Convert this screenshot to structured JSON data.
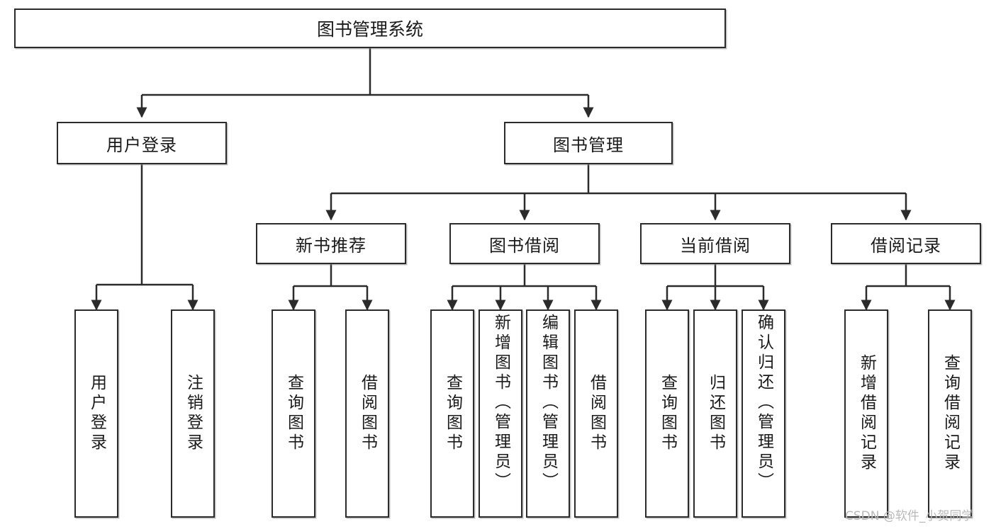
{
  "diagram": {
    "title": "图书管理系统",
    "type": "hierarchy-tree",
    "watermark": "CSDN @软件_小贺同学",
    "colors": {
      "stroke": "#2b2b2b",
      "fill": "#ffffff",
      "text": "#1a1a1a",
      "watermark": "#b9b9b9"
    },
    "nodes": {
      "root": {
        "label": "图书管理系统",
        "level": 1
      },
      "level2": [
        {
          "id": "user-login",
          "label": "用户登录"
        },
        {
          "id": "book-management",
          "label": "图书管理"
        }
      ],
      "level3": [
        {
          "id": "new-book-recommend",
          "label": "新书推荐",
          "parent": "book-management"
        },
        {
          "id": "book-borrow",
          "label": "图书借阅",
          "parent": "book-management"
        },
        {
          "id": "current-borrow",
          "label": "当前借阅",
          "parent": "book-management"
        },
        {
          "id": "borrow-record",
          "label": "借阅记录",
          "parent": "book-management"
        }
      ],
      "leaves": [
        {
          "id": "leaf-user-login",
          "label": "用户登录",
          "parent": "user-login",
          "align": "middle"
        },
        {
          "id": "leaf-user-logout",
          "label": "注销登录",
          "parent": "user-login",
          "align": "middle"
        },
        {
          "id": "leaf-query-book-1",
          "label": "查询图书",
          "parent": "new-book-recommend",
          "align": "middle"
        },
        {
          "id": "leaf-borrow-book-1",
          "label": "借阅图书",
          "parent": "new-book-recommend",
          "align": "middle"
        },
        {
          "id": "leaf-query-book-2",
          "label": "查询图书",
          "parent": "book-borrow",
          "align": "middle"
        },
        {
          "id": "leaf-add-book",
          "label": "新增图书（管理员）",
          "parent": "book-borrow",
          "align": "top"
        },
        {
          "id": "leaf-edit-book",
          "label": "编辑图书（管理员）",
          "parent": "book-borrow",
          "align": "top"
        },
        {
          "id": "leaf-borrow-book-2",
          "label": "借阅图书",
          "parent": "book-borrow",
          "align": "middle"
        },
        {
          "id": "leaf-query-book-3",
          "label": "查询图书",
          "parent": "current-borrow",
          "align": "middle"
        },
        {
          "id": "leaf-return-book",
          "label": "归还图书",
          "parent": "current-borrow",
          "align": "middle"
        },
        {
          "id": "leaf-confirm-return",
          "label": "确认归还（管理员）",
          "parent": "current-borrow",
          "align": "top"
        },
        {
          "id": "leaf-add-record",
          "label": "新增借阅记录",
          "parent": "borrow-record",
          "align": "middle"
        },
        {
          "id": "leaf-query-record",
          "label": "查询借阅记录",
          "parent": "borrow-record",
          "align": "middle"
        }
      ]
    }
  }
}
